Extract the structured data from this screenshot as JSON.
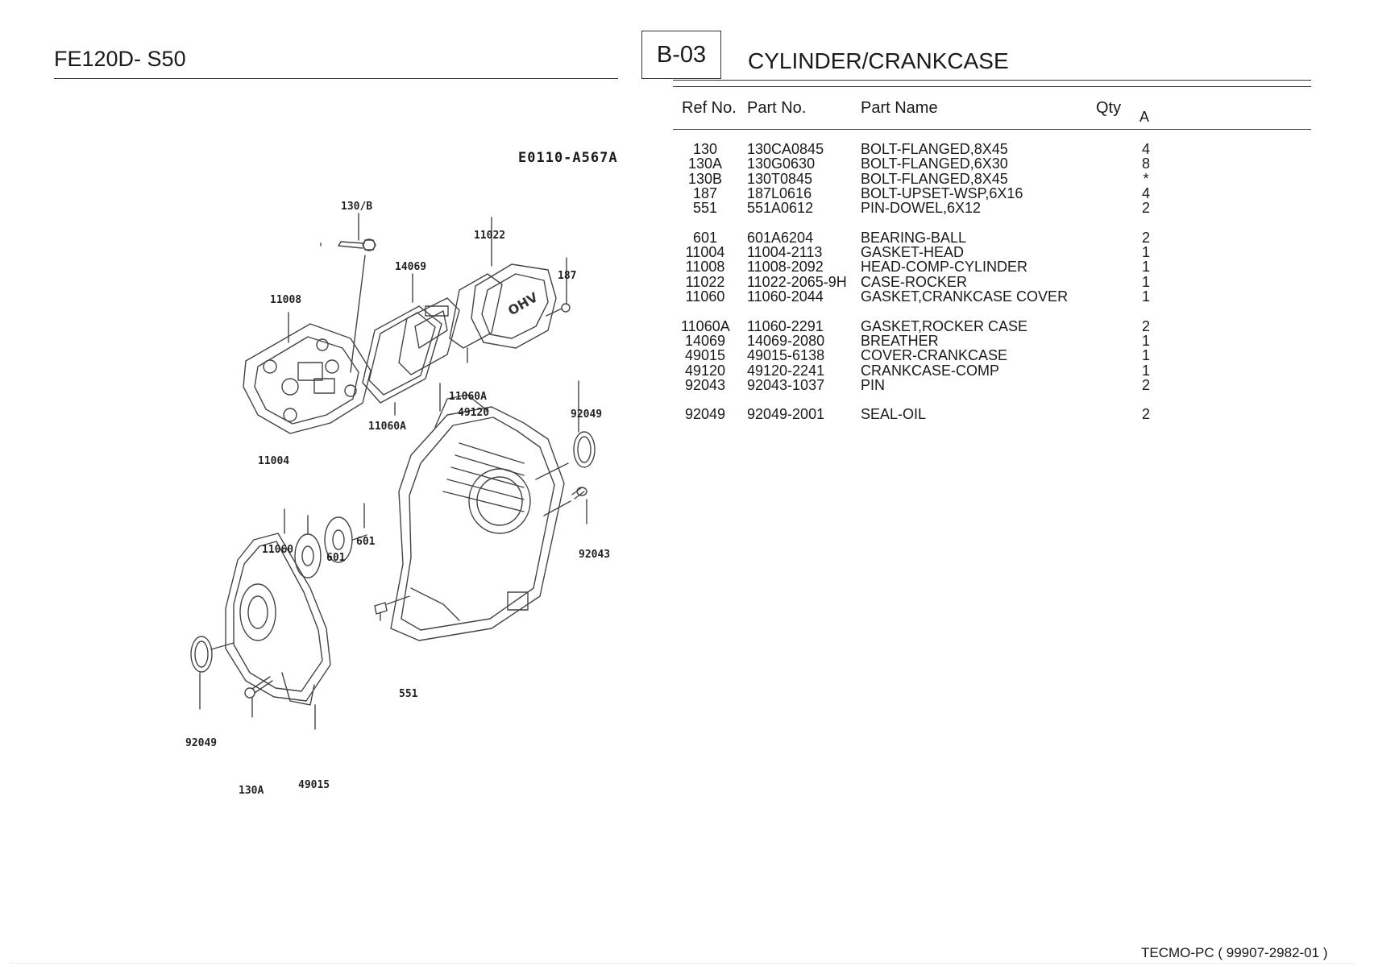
{
  "header": {
    "model": "FE120D- S50",
    "section_code": "B-03",
    "section_title": "CYLINDER/CRANKCASE"
  },
  "table": {
    "columns": {
      "ref": "Ref No.",
      "part": "Part No.",
      "name": "Part Name",
      "qty": "Qty",
      "variant": "A"
    },
    "rows": [
      {
        "ref": "130",
        "part": "130CA0845",
        "name": "BOLT-FLANGED,8X45",
        "qty": "4"
      },
      {
        "ref": "130A",
        "part": "130G0630",
        "name": "BOLT-FLANGED,6X30",
        "qty": "8"
      },
      {
        "ref": "130B",
        "part": "130T0845",
        "name": "BOLT-FLANGED,8X45",
        "qty": "*"
      },
      {
        "ref": "187",
        "part": "187L0616",
        "name": "BOLT-UPSET-WSP,6X16",
        "qty": "4"
      },
      {
        "ref": "551",
        "part": "551A0612",
        "name": "PIN-DOWEL,6X12",
        "qty": "2"
      },
      {
        "ref": "601",
        "part": "601A6204",
        "name": "BEARING-BALL",
        "qty": "2"
      },
      {
        "ref": "11004",
        "part": "11004-2113",
        "name": "GASKET-HEAD",
        "qty": "1"
      },
      {
        "ref": "11008",
        "part": "11008-2092",
        "name": "HEAD-COMP-CYLINDER",
        "qty": "1"
      },
      {
        "ref": "11022",
        "part": "11022-2065-9H",
        "name": "CASE-ROCKER",
        "qty": "1"
      },
      {
        "ref": "11060",
        "part": "11060-2044",
        "name": "GASKET,CRANKCASE COVER",
        "qty": "1"
      },
      {
        "ref": "11060A",
        "part": "11060-2291",
        "name": "GASKET,ROCKER CASE",
        "qty": "2"
      },
      {
        "ref": "14069",
        "part": "14069-2080",
        "name": "BREATHER",
        "qty": "1"
      },
      {
        "ref": "49015",
        "part": "49015-6138",
        "name": "COVER-CRANKCASE",
        "qty": "1"
      },
      {
        "ref": "49120",
        "part": "49120-2241",
        "name": "CRANKCASE-COMP",
        "qty": "1"
      },
      {
        "ref": "92043",
        "part": "92043-1037",
        "name": "PIN",
        "qty": "2"
      },
      {
        "ref": "92049",
        "part": "92049-2001",
        "name": "SEAL-OIL",
        "qty": "2"
      }
    ]
  },
  "diagram": {
    "code": "E0110-A567A",
    "callouts": {
      "c130b": "130/B",
      "c11022": "11022",
      "c14069": "14069",
      "c187": "187",
      "c11008": "11008",
      "c11060a_top": "11060A",
      "c49120": "49120",
      "c92049_top": "92049",
      "c11060a_left": "11060A",
      "c11004": "11004",
      "c601_a": "601",
      "c601_b": "601",
      "c11060": "11060",
      "c92043": "92043",
      "c551": "551",
      "c92049_bottom": "92049",
      "c130a": "130A",
      "c49015": "49015",
      "ohv": "OHV"
    }
  },
  "footer": {
    "text": "TECMO-PC ( 99907-2982-01 )"
  }
}
